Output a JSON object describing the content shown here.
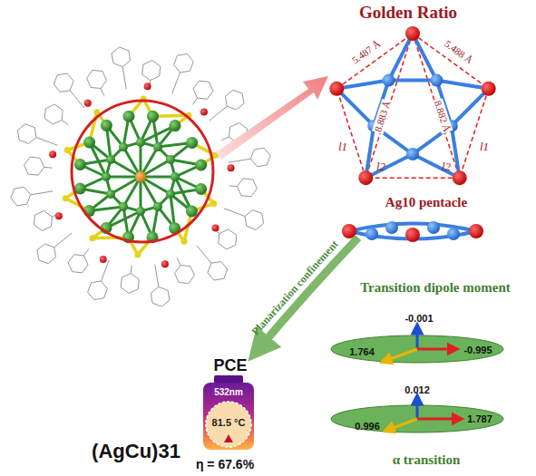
{
  "diagram": {
    "labels": [
      "(AgCu)31",
      "Golden Ratio",
      "5.487 Å",
      "5.488 Å",
      "8.883 Å",
      "8.882 Å",
      "l1",
      "l2",
      "l2",
      "l1",
      "Ag10 pentacle",
      "Planarization confinement",
      "Transition dipole moment",
      "-0.001",
      "1.764",
      "-0.995",
      "0.012",
      "0.996",
      "1.787",
      "α transition",
      "PCE",
      "532nm",
      "81.5 °C",
      "η = 67.6%"
    ]
  }
}
